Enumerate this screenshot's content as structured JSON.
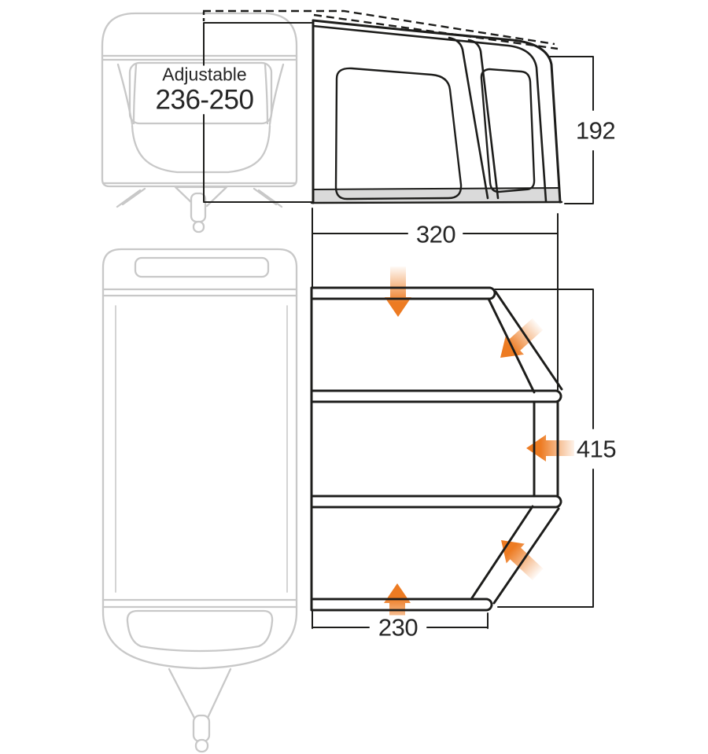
{
  "diagram": {
    "caravan_front": {
      "adjustable_label": "Adjustable",
      "height_range": "236-250"
    },
    "awning_side": {
      "height": "192",
      "depth": "320"
    },
    "awning_plan": {
      "length": "415",
      "front_width": "230"
    }
  },
  "colors": {
    "line_black": "#1D1D1B",
    "caravan_grey": "#C8C8C8",
    "skirt_grey": "#DADADA",
    "arrow_orange": "#ED7B22"
  },
  "icons": {
    "door_arrows": [
      {
        "name": "door-arrow-down-icon",
        "direction": "down"
      },
      {
        "name": "door-arrow-down-left-icon",
        "direction": "down-left"
      },
      {
        "name": "door-arrow-left-icon",
        "direction": "left"
      },
      {
        "name": "door-arrow-up-left-icon",
        "direction": "up-left"
      },
      {
        "name": "door-arrow-up-icon",
        "direction": "up"
      }
    ]
  }
}
